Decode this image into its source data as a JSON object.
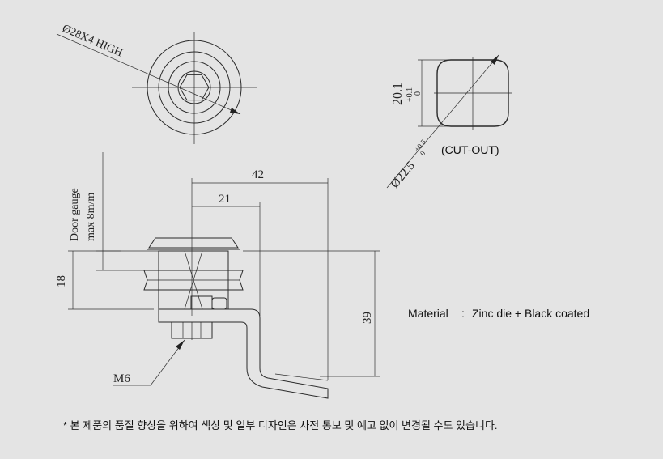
{
  "top_view": {
    "label": "Ø28X4 HIGH"
  },
  "cutout": {
    "height_value": "20.1",
    "height_tol_upper": "+0.1",
    "height_tol_lower": "0",
    "diameter_value": "Ø22.5",
    "diameter_tol_upper": "+0.5",
    "diameter_tol_lower": "0",
    "label": "(CUT-OUT)"
  },
  "side_view": {
    "door_gauge_line1": "Door gauge",
    "door_gauge_line2": "max 8m/m",
    "dim_42": "42",
    "dim_21": "21",
    "dim_18": "18",
    "dim_39": "39",
    "thread": "M6"
  },
  "material": {
    "label": "Material",
    "separator": ":",
    "value": "Zinc die + Black coated"
  },
  "footnote": "* 본 제품의 품질 향상을 위하여 색상 및 일부 디자인은 사전 통보 및 예고 없이 변경될 수도 있습니다."
}
